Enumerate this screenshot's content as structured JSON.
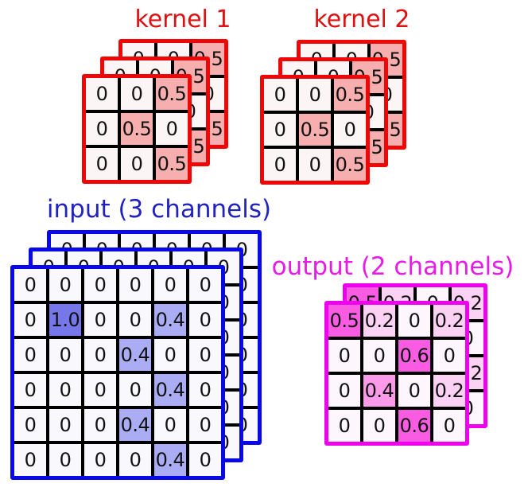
{
  "figure": {
    "background": "#ffffff"
  },
  "stacks": [
    {
      "id": "kernel1",
      "title": "kernel 1",
      "channels": 3,
      "rows": 3,
      "cols": 3,
      "values": [
        [
          "0",
          "0",
          "0.5"
        ],
        [
          "0",
          "0.5",
          "0"
        ],
        [
          "0",
          "0",
          "0.5"
        ]
      ],
      "border_color": "#ee0707",
      "title_color": "#dd1111",
      "cell_bg": "#fbf6f5",
      "fill": {
        "0.5": "#f6aeae"
      }
    },
    {
      "id": "kernel2",
      "title": "kernel 2",
      "channels": 3,
      "rows": 3,
      "cols": 3,
      "values": [
        [
          "0",
          "0",
          "0.5"
        ],
        [
          "0",
          "0.5",
          "0"
        ],
        [
          "0",
          "0",
          "0.5"
        ]
      ],
      "border_color": "#ee0707",
      "title_color": "#dd1111",
      "cell_bg": "#fbf6f5",
      "fill": {
        "0.5": "#f6aeae"
      }
    },
    {
      "id": "input",
      "title": "input (3 channels)",
      "channels": 3,
      "rows": 6,
      "cols": 6,
      "values": [
        [
          "0",
          "0",
          "0",
          "0",
          "0",
          "0"
        ],
        [
          "0",
          "1.0",
          "0",
          "0",
          "0.4",
          "0"
        ],
        [
          "0",
          "0",
          "0",
          "0.4",
          "0",
          "0"
        ],
        [
          "0",
          "0",
          "0",
          "0",
          "0.4",
          "0"
        ],
        [
          "0",
          "0",
          "0",
          "0.4",
          "0",
          "0"
        ],
        [
          "0",
          "0",
          "0",
          "0",
          "0.4",
          "0"
        ]
      ],
      "border_color": "#0808e8",
      "title_color": "#2222c0",
      "cell_bg": "#f8f8fd",
      "fill": {
        "1.0": "#7678ea",
        "0.4": "#abadf4"
      }
    },
    {
      "id": "output",
      "title": "output (2 channels)",
      "channels": 2,
      "rows": 4,
      "cols": 4,
      "values": [
        [
          "0.5",
          "0.2",
          "0",
          "0.2"
        ],
        [
          "0",
          "0",
          "0.6",
          "0"
        ],
        [
          "0",
          "0.4",
          "0",
          "0.2"
        ],
        [
          "0",
          "0",
          "0.6",
          "0"
        ]
      ],
      "border_color": "#ee00ee",
      "title_color": "#e81ae8",
      "cell_bg": "#fdf6fc",
      "fill": {
        "0.5": "#f95ce2",
        "0.6": "#f95ce2",
        "0.4": "#fa9ae9",
        "0.2": "#fbd2f3"
      }
    }
  ]
}
